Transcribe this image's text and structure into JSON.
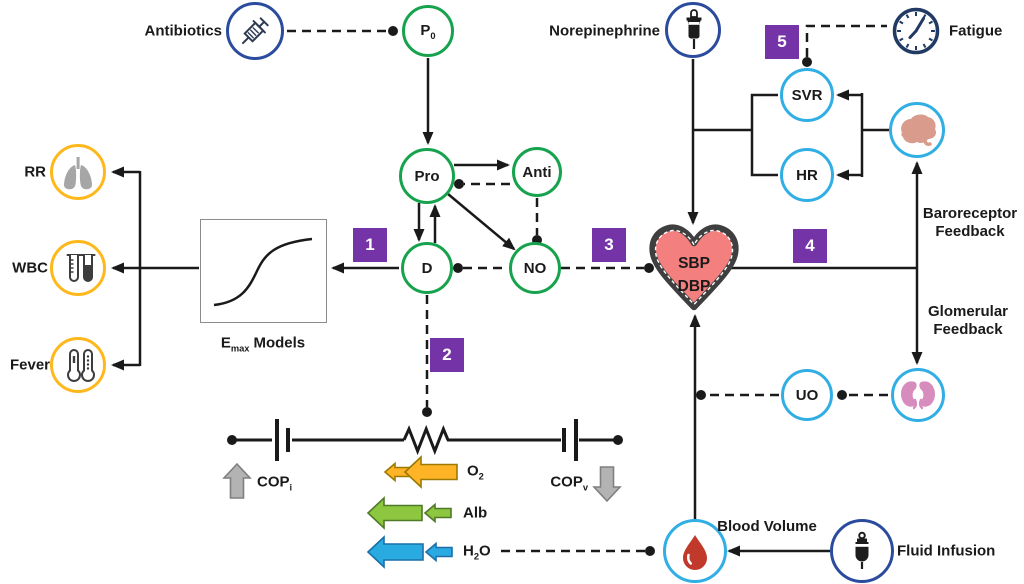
{
  "nodes": {
    "p0": {
      "base": "P",
      "sub": "0"
    },
    "pro": "Pro",
    "anti": "Anti",
    "d": "D",
    "no": "NO",
    "svr": "SVR",
    "hr": "HR",
    "uo": "UO",
    "heart": {
      "line1": "SBP",
      "line2": "DBP"
    }
  },
  "inputs": {
    "antibiotics": "Antibiotics",
    "norepinephrine": "Norepinephrine",
    "fluid_infusion": "Fluid Infusion"
  },
  "outputs": {
    "rr": "RR",
    "wbc": "WBC",
    "fever": "Fever",
    "fatigue": "Fatigue",
    "blood_volume": "Blood Volume"
  },
  "feedback": {
    "baroreceptor": {
      "line1": "Baroreceptor",
      "line2": "Feedback"
    },
    "glomerular": {
      "line1": "Glomerular",
      "line2": "Feedback"
    }
  },
  "emax": {
    "base": "E",
    "sub": "max",
    "rest": "Models"
  },
  "circuit": {
    "cop_i": {
      "base": "COP",
      "sub": "i"
    },
    "cop_v": {
      "base": "COP",
      "sub": "v"
    },
    "o2": {
      "base": "O",
      "sub": "2"
    },
    "alb": "Alb",
    "h2o": {
      "pre": "H",
      "sub": "2",
      "post": "O"
    }
  },
  "steps": {
    "s1": "1",
    "s2": "2",
    "s3": "3",
    "s4": "4",
    "s5": "5"
  },
  "icons": {
    "antibiotics": "syringe-icon",
    "rr": "lungs-icon",
    "wbc": "test-tubes-icon",
    "fever": "thermometers-icon",
    "norepinephrine": "iv-bottle-icon",
    "fatigue": "clock-icon",
    "autonomic": "brain-icon",
    "kidneys": "kidneys-icon",
    "blood_volume": "blood-drop-icon",
    "fluid_infusion": "iv-bag-icon"
  },
  "colors": {
    "node_green": "#17A24D",
    "node_light_blue": "#31AEE4",
    "node_navy": "#2B4C9E",
    "node_yellow": "#FFB81C",
    "step_purple": "#7533A8",
    "heart_fill": "#F47F7F",
    "heart_stroke": "#3F3F3F",
    "line_black": "#1a1a1a",
    "o2_arrow": "#FFB326",
    "alb_arrow": "#8DC63F",
    "h2o_arrow": "#29ABE2",
    "cop_arrow_gray": "#B3B3B3",
    "brain_fill": "#D99C8C",
    "kidney_fill": "#D78CBE",
    "blood_fill": "#C0392B"
  }
}
